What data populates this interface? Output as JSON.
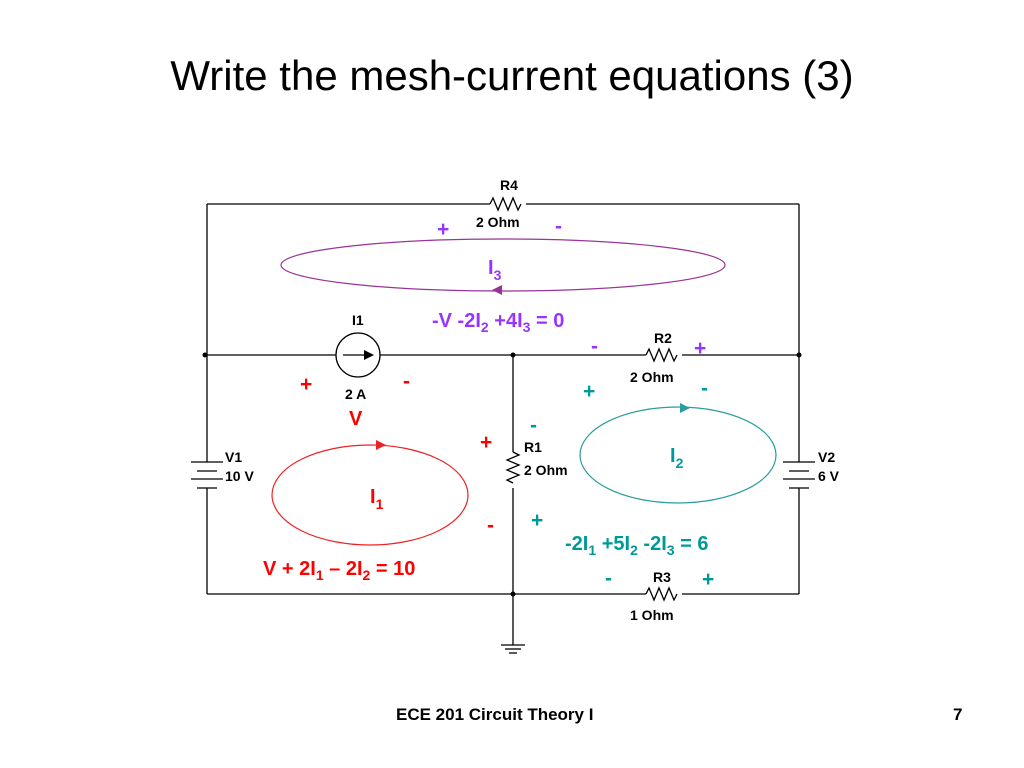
{
  "slide": {
    "title": "Write the mesh-current equations (3)",
    "footer_left": "ECE 201 Circuit Theory I",
    "page_number": "7"
  },
  "colors": {
    "mesh1": "#ff0000",
    "mesh2": "#009999",
    "mesh3": "#9933ff",
    "wire": "#000000"
  },
  "components": {
    "r4": {
      "name": "R4",
      "value": "2 Ohm"
    },
    "r2": {
      "name": "R2",
      "value": "2 Ohm"
    },
    "r1": {
      "name": "R1",
      "value": "2 Ohm"
    },
    "r3": {
      "name": "R3",
      "value": "1 Ohm"
    },
    "i1": {
      "name": "I1",
      "value": "2 A"
    },
    "v1": {
      "name": "V1",
      "value": "10 V"
    },
    "v2": {
      "name": "V2",
      "value": "6 V"
    }
  },
  "meshes": {
    "mesh1": {
      "label": "I",
      "sub": "1",
      "source_voltage_label": "V",
      "equation": [
        "V + 2I",
        "1",
        " – 2I",
        "2",
        " = 10"
      ]
    },
    "mesh2": {
      "label": "I",
      "sub": "2",
      "equation": [
        "-2I",
        "1",
        " +5I",
        "2",
        " -2I",
        "3",
        " = 6"
      ]
    },
    "mesh3": {
      "label": "I",
      "sub": "3",
      "equation": [
        "-V -2I",
        "2",
        " +4I",
        "3",
        " = 0"
      ]
    }
  },
  "signs": {
    "plus": "+",
    "minus": "-"
  }
}
